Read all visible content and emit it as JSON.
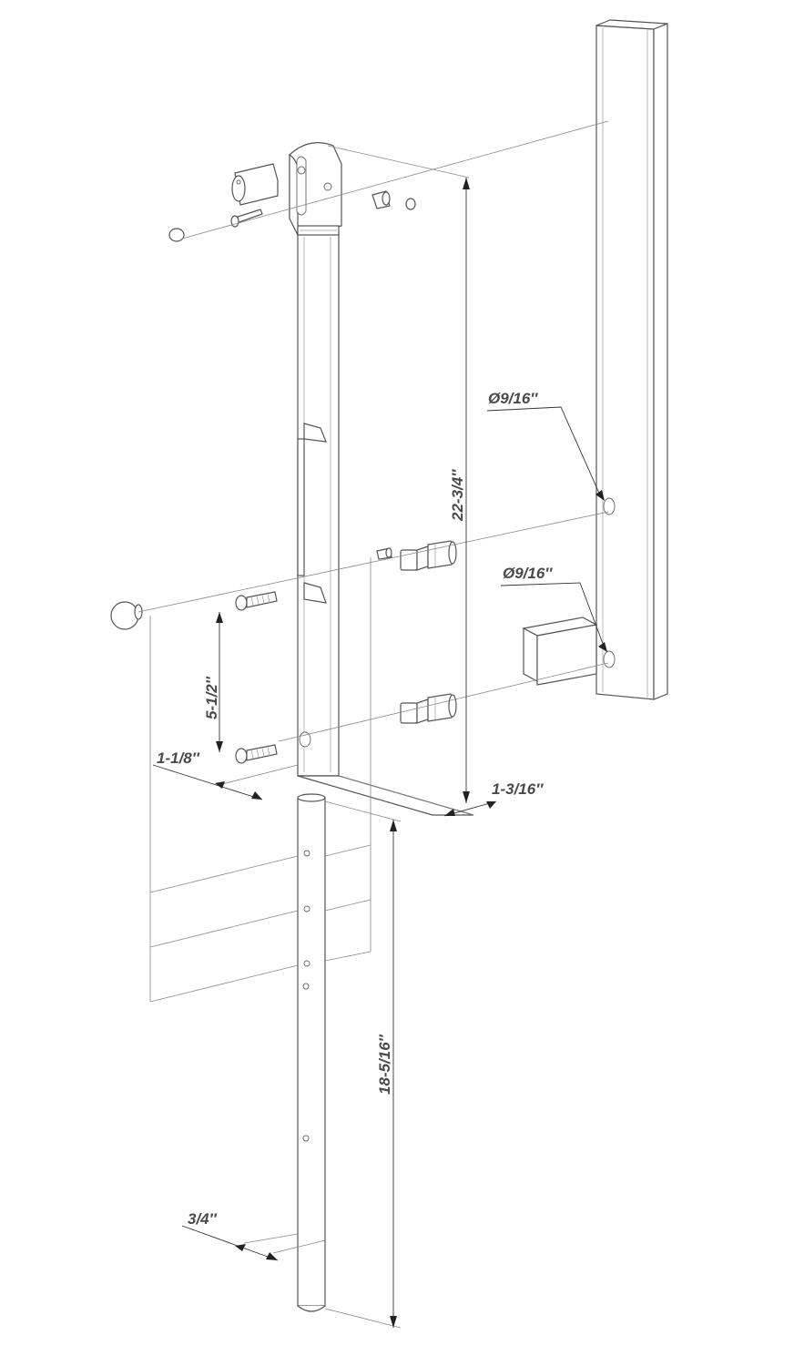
{
  "dimensions": {
    "bolt_length": "22-3/4″",
    "rod_length": "18-5/16″",
    "hole_spacing": "5-1/2″",
    "bolt_width": "1-1/8″",
    "bolt_depth": "1-3/16″",
    "rod_diameter": "3/4″",
    "hole_upper": "Ø9/16″",
    "hole_lower": "Ø9/16″"
  },
  "colors": {
    "line": "#555555",
    "text": "#4a4a4a",
    "background": "#ffffff"
  }
}
